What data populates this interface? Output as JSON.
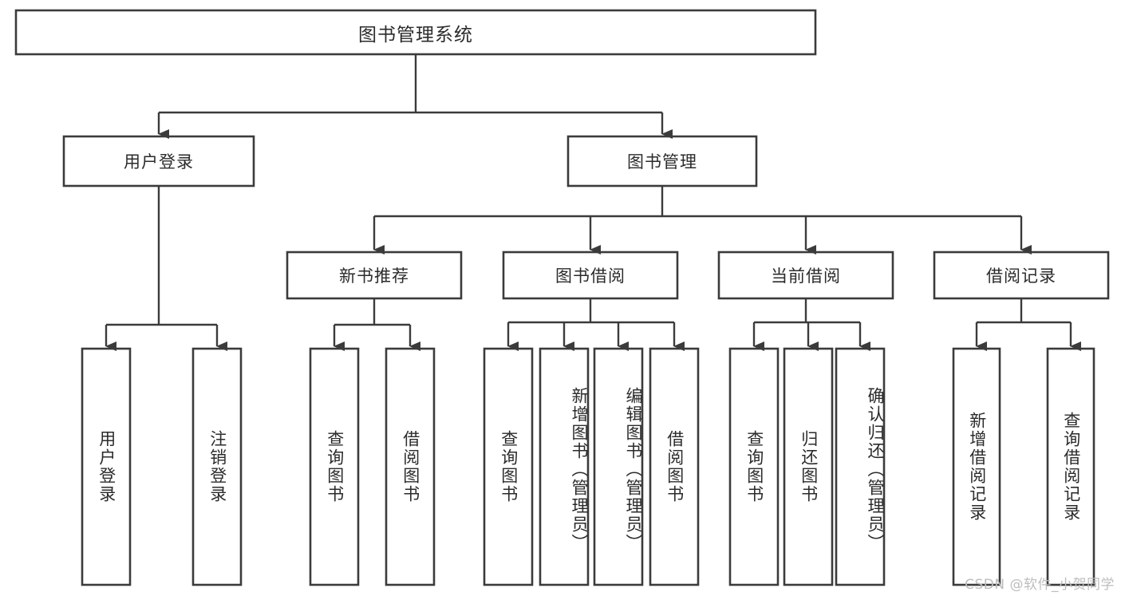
{
  "diagram": {
    "type": "tree",
    "title": "图书管理系统",
    "root": {
      "id": "root",
      "label": "图书管理系统",
      "orientation": "horizontal"
    },
    "level2": [
      {
        "id": "user-login",
        "label": "用户登录",
        "orientation": "horizontal"
      },
      {
        "id": "book-management",
        "label": "图书管理",
        "orientation": "horizontal"
      }
    ],
    "level3": [
      {
        "id": "new-book-recommend",
        "label": "新书推荐",
        "orientation": "horizontal",
        "parent": "book-management"
      },
      {
        "id": "book-borrow",
        "label": "图书借阅",
        "orientation": "horizontal",
        "parent": "book-management"
      },
      {
        "id": "current-borrow",
        "label": "当前借阅",
        "orientation": "horizontal",
        "parent": "book-management"
      },
      {
        "id": "borrow-record",
        "label": "借阅记录",
        "orientation": "horizontal",
        "parent": "book-management"
      }
    ],
    "leaves": [
      {
        "id": "leaf-user-login",
        "label": "用户登录",
        "parent": "user-login",
        "orientation": "vertical"
      },
      {
        "id": "leaf-logout-login",
        "label": "注销登录",
        "parent": "user-login",
        "orientation": "vertical"
      },
      {
        "id": "leaf-query-book-1",
        "label": "查询图书",
        "parent": "new-book-recommend",
        "orientation": "vertical"
      },
      {
        "id": "leaf-borrow-book-1",
        "label": "借阅图书",
        "parent": "new-book-recommend",
        "orientation": "vertical"
      },
      {
        "id": "leaf-query-book-2",
        "label": "查询图书",
        "parent": "book-borrow",
        "orientation": "vertical"
      },
      {
        "id": "leaf-add-book",
        "label": "新增图书（管理员）",
        "parent": "book-borrow",
        "orientation": "vertical"
      },
      {
        "id": "leaf-edit-book",
        "label": "编辑图书（管理员）",
        "parent": "book-borrow",
        "orientation": "vertical"
      },
      {
        "id": "leaf-borrow-book-2",
        "label": "借阅图书",
        "parent": "book-borrow",
        "orientation": "vertical"
      },
      {
        "id": "leaf-query-book-3",
        "label": "查询图书",
        "parent": "current-borrow",
        "orientation": "vertical"
      },
      {
        "id": "leaf-return-book",
        "label": "归还图书",
        "parent": "current-borrow",
        "orientation": "vertical"
      },
      {
        "id": "leaf-confirm-return",
        "label": "确认归还（管理员）",
        "parent": "current-borrow",
        "orientation": "vertical"
      },
      {
        "id": "leaf-add-record",
        "label": "新增借阅记录",
        "parent": "borrow-record",
        "orientation": "vertical"
      },
      {
        "id": "leaf-query-record",
        "label": "查询借阅记录",
        "parent": "borrow-record",
        "orientation": "vertical"
      }
    ],
    "watermark": "CSDN @软件_小贺同学",
    "colors": {
      "stroke": "#3b3b3b",
      "fill": "#ffffff",
      "text": "#2b2b2b",
      "watermark": "#bdbdbd"
    }
  }
}
